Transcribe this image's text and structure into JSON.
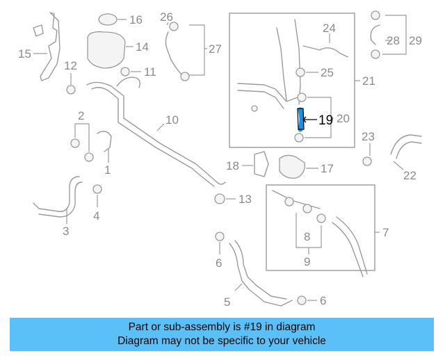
{
  "banner": {
    "line1": "Part or sub-assembly is #19 in diagram",
    "line2": "Diagram may not be specific to your vehicle"
  },
  "callouts": {
    "c1": "1",
    "c2": "2",
    "c3": "3",
    "c4": "4",
    "c5": "5",
    "c6a": "6",
    "c6b": "6",
    "c7": "7",
    "c8": "8",
    "c9": "9",
    "c10": "10",
    "c11": "11",
    "c12": "12",
    "c13": "13",
    "c14": "14",
    "c15": "15",
    "c16": "16",
    "c17": "17",
    "c18": "18",
    "c19": "19",
    "c20": "20",
    "c21": "21",
    "c22": "22",
    "c23": "23",
    "c24": "24",
    "c25": "25",
    "c26": "26",
    "c27": "27",
    "c28": "28",
    "c29": "29"
  },
  "highlight_color": "#1a8fe3",
  "banner_color": "#5bc0f8"
}
